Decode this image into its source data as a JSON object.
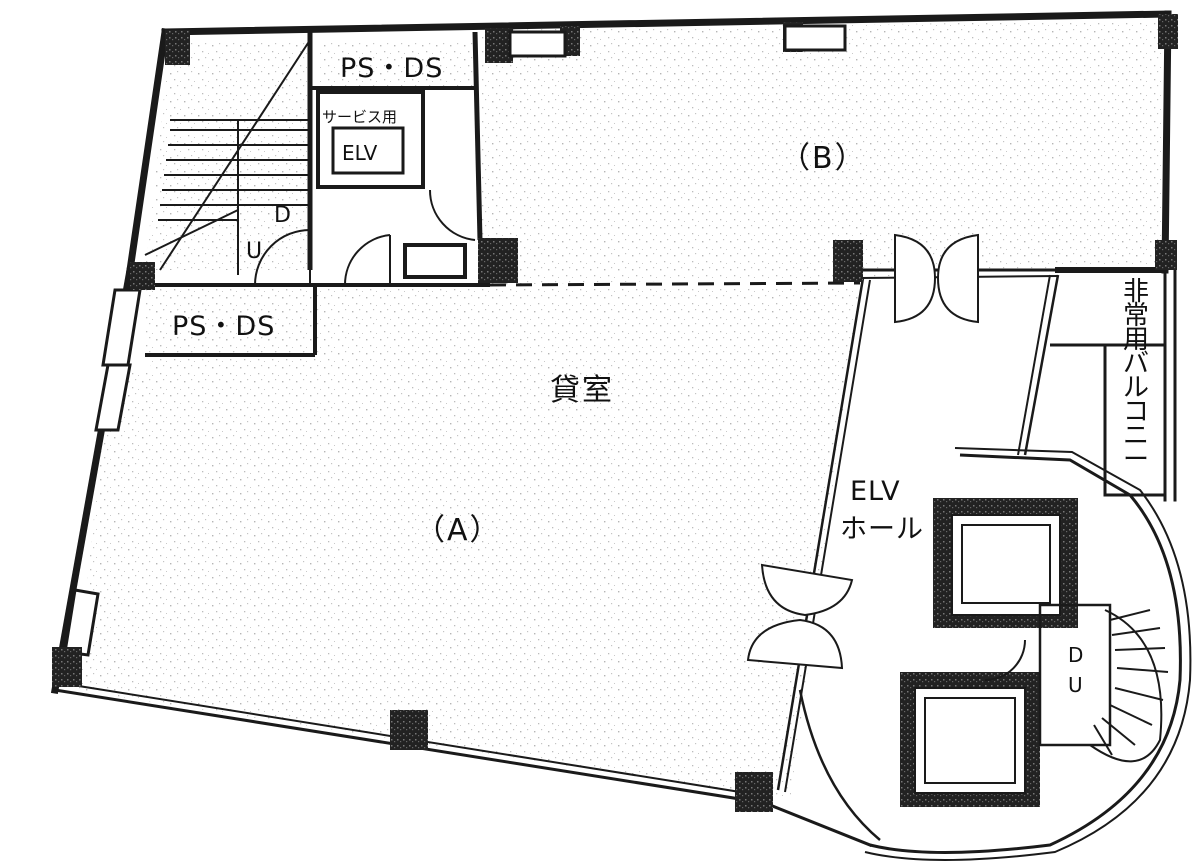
{
  "rooms": {
    "rental_room": "貸室",
    "section_a": "（A）",
    "section_b": "（B）",
    "elv_hall_line1": "ELV",
    "elv_hall_line2": "ホール",
    "ps_ds_top": "PS・DS",
    "ps_ds_left": "PS・DS",
    "service_elv_label": "サービス用",
    "service_elv_box": "ELV",
    "emergency_balcony": [
      "非",
      "常",
      "用",
      "バ",
      "ル",
      "コ",
      "ニ",
      "ー"
    ],
    "stair_main_up": "U",
    "stair_main_down": "D",
    "stair_spiral_down": "D",
    "stair_spiral_up": "U"
  },
  "colors": {
    "wall": "#1a1a1a",
    "column": "#2b2b2b",
    "stipple": "#b9b9b9"
  }
}
